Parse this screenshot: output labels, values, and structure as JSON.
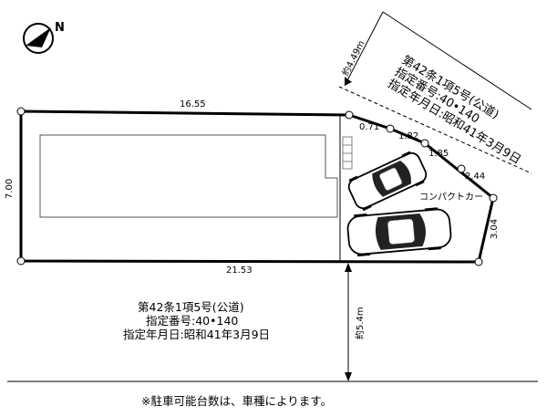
{
  "compass": {
    "label": "N"
  },
  "dimensions": {
    "top": "16.55",
    "left": "7.00",
    "bottom": "21.53",
    "right": "3.04",
    "slope_1": "0.71",
    "slope_2": "1.82",
    "slope_3": "1.85",
    "slope_4": "2.44"
  },
  "road_front": {
    "line1": "第42条1項5号(公道)",
    "line2": "指定番号:40•140",
    "line3": "指定年月日:昭和41年3月9日",
    "width": "約5.4m"
  },
  "road_side": {
    "line1": "第42条1項5号(公道)",
    "line2": "指定番号:40•140",
    "line3": "指定年月日:昭和41年3月9日",
    "width": "約4.49m"
  },
  "parking": {
    "compact_label": "コンパクトカー"
  },
  "footnote": "※駐車可能台数は、車種によります。"
}
